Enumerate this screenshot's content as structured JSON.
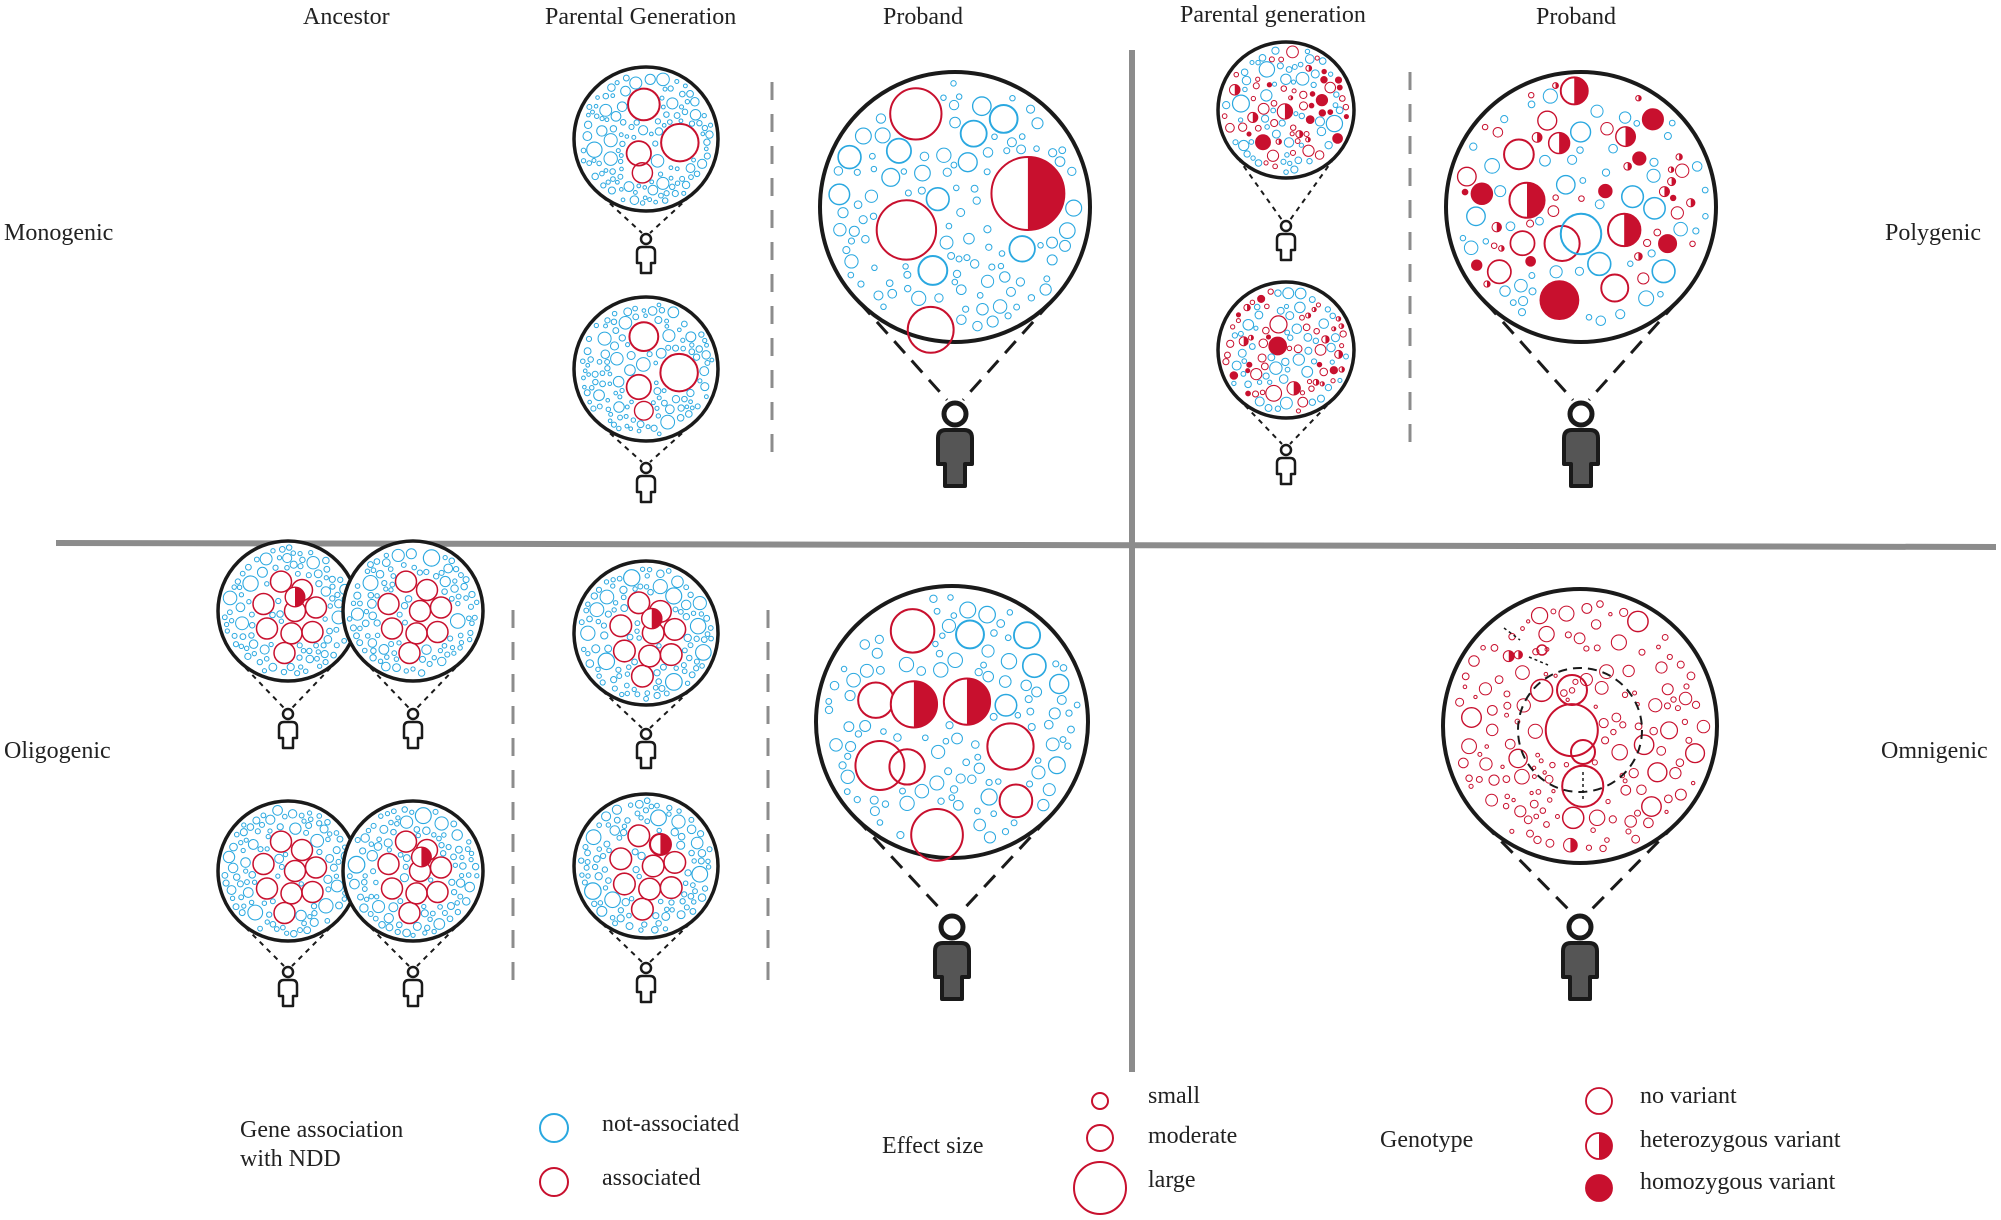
{
  "headers": {
    "ancestor": "Ancestor",
    "parental_generation_mono": "Parental Generation",
    "proband_mono": "Proband",
    "parental_generation_poly": "Parental generation",
    "proband_poly": "Proband"
  },
  "models": {
    "monogenic": "Monogenic",
    "polygenic": "Polygenic",
    "oligogenic": "Oligogenic",
    "omnigenic": "Omnigenic"
  },
  "legend": {
    "gene_association_title": "Gene association with NDD",
    "not_associated": "not-associated",
    "associated": "associated",
    "effect_size_title": "Effect size",
    "small": "small",
    "moderate": "moderate",
    "large": "large",
    "genotype_title": "Genotype",
    "no_variant": "no variant",
    "heterozygous_variant": "heterozygous variant",
    "homozygous_variant": "homozygous variant"
  },
  "colors": {
    "not_associated": "#2aa8e0",
    "associated": "#c8102e",
    "outline": "#1a1a1a",
    "proband_fill": "#555555",
    "divider": "#8c8c8c"
  }
}
